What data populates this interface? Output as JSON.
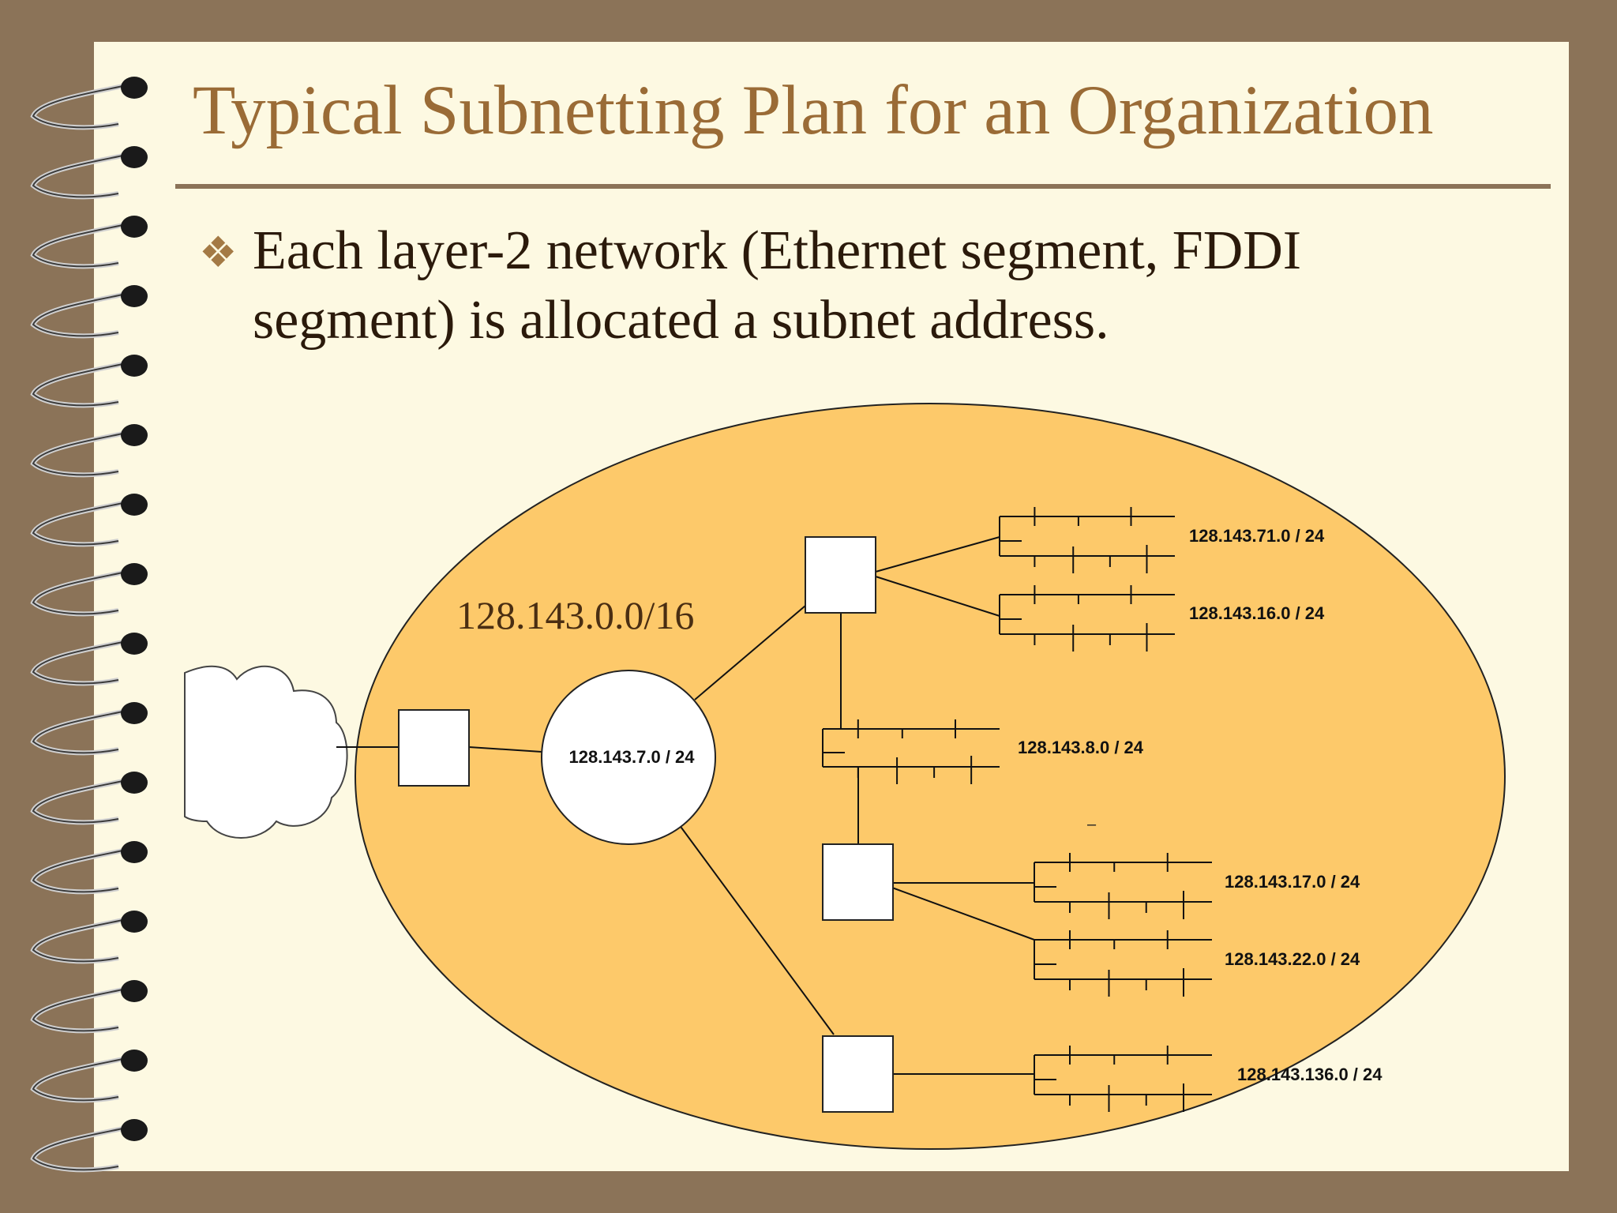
{
  "slide": {
    "title": "Typical Subnetting Plan for an Organization",
    "bullet_text": "Each layer-2 network (Ethernet segment, FDDI segment) is allocated a subnet address."
  },
  "diagram": {
    "org_prefix": "128.143.0.0/16",
    "backbone_subnet": "128.143.7.0 / 24",
    "subnets": {
      "s71": "128.143.71.0 / 24",
      "s16": "128.143.16.0 / 24",
      "s8": "128.143.8.0 / 24",
      "s17": "128.143.17.0 / 24",
      "s22": "128.143.22.0 / 24",
      "s136": "128.143.136.0 / 24"
    },
    "dash": "–"
  },
  "colors": {
    "background": "#8b7358",
    "slide": "#fdf9e2",
    "title": "#9a6b36",
    "organization_ellipse": "#fdc96a"
  }
}
